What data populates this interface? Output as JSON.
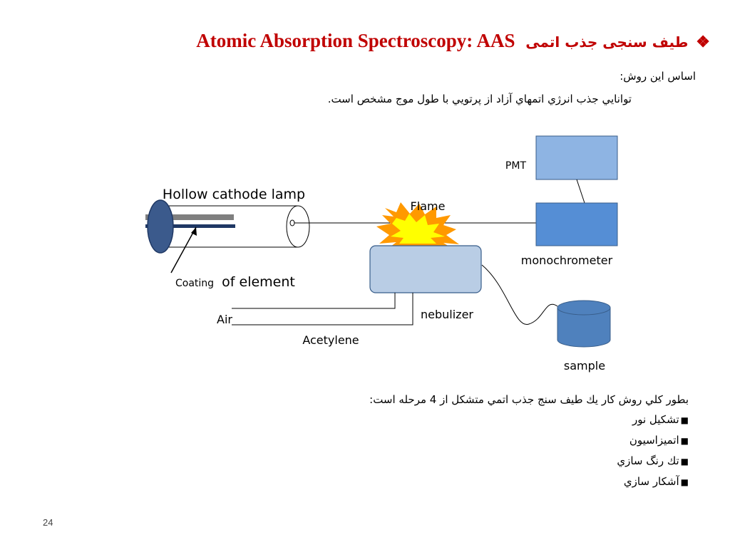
{
  "header": {
    "title_en": "Atomic Absorption Spectroscopy: AAS",
    "title_fa": "طیف سنجی جذب اتمی",
    "bullet": "❖"
  },
  "intro": {
    "line1": "اساس این روش:",
    "line2": "توانايي جذب انرژي اتمهاي آزاد از پرتويي با طول موج مشخص است."
  },
  "diagram": {
    "labels": {
      "lamp": "Hollow cathode lamp",
      "flame": "Flame",
      "pmt": "PMT",
      "monochromator": "monochrometer",
      "coating_a": "Coating",
      "coating_b": "of element",
      "nebulizer": "nebulizer",
      "air": "Air",
      "acetylene": "Acetylene",
      "sample": "sample"
    },
    "colors": {
      "pmt_fill": "#8eb4e3",
      "mono_fill": "#558ed5",
      "nebulizer_fill": "#b9cde5",
      "cathode_fill": "#3b5a8c",
      "sample_fill": "#4f81bd",
      "flame_outer": "#ff9900",
      "flame_inner": "#ffff00"
    }
  },
  "steps": {
    "intro": "بطور كلي روش كار يك طيف سنج جذب اتمي متشكل از 4 مرحله است:",
    "bullet": "■",
    "items": [
      "تشكيل نور",
      "اتميزاسيون",
      "تك رنگ سازي",
      "آشكار سازي"
    ]
  },
  "footer": {
    "page_number": "24"
  }
}
